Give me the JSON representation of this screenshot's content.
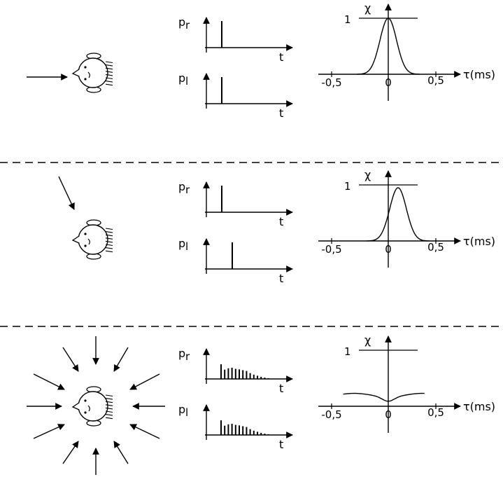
{
  "labels": {
    "p_right": "p",
    "p_right_sub": "r",
    "p_left": "p",
    "p_left_sub": "l",
    "time": "t",
    "chi": "χ",
    "chi_max": "1",
    "tau": "τ(ms)",
    "tick_neg": "-0,5",
    "tick_zero": "0",
    "tick_pos": "0,5"
  },
  "chart_data": [
    {
      "type": "line",
      "scenario": "single source ahead",
      "x_range": [
        -0.5,
        0.5
      ],
      "y_range": [
        0,
        1
      ],
      "peak_x": 0.0,
      "peak_y": 1.0,
      "shape": "narrow peak"
    },
    {
      "type": "line",
      "scenario": "single source from the side",
      "x_range": [
        -0.5,
        0.5
      ],
      "y_range": [
        0,
        1
      ],
      "peak_x": 0.1,
      "peak_y": 0.95,
      "shape": "narrow peak (shifted)"
    },
    {
      "type": "line",
      "scenario": "diffuse field",
      "x_range": [
        -0.5,
        0.5
      ],
      "y_range": [
        0,
        1
      ],
      "level_y": 0.2,
      "dip_x": 0.0,
      "dip_y": 0.12,
      "shape": "flat with central dip"
    }
  ],
  "impulse_responses": {
    "single": [
      1.0
    ],
    "diffuse": [
      0.55,
      0.35,
      0.4,
      0.42,
      0.38,
      0.36,
      0.33,
      0.3,
      0.22,
      0.16,
      0.12,
      0.08,
      0.05,
      0.03
    ]
  }
}
